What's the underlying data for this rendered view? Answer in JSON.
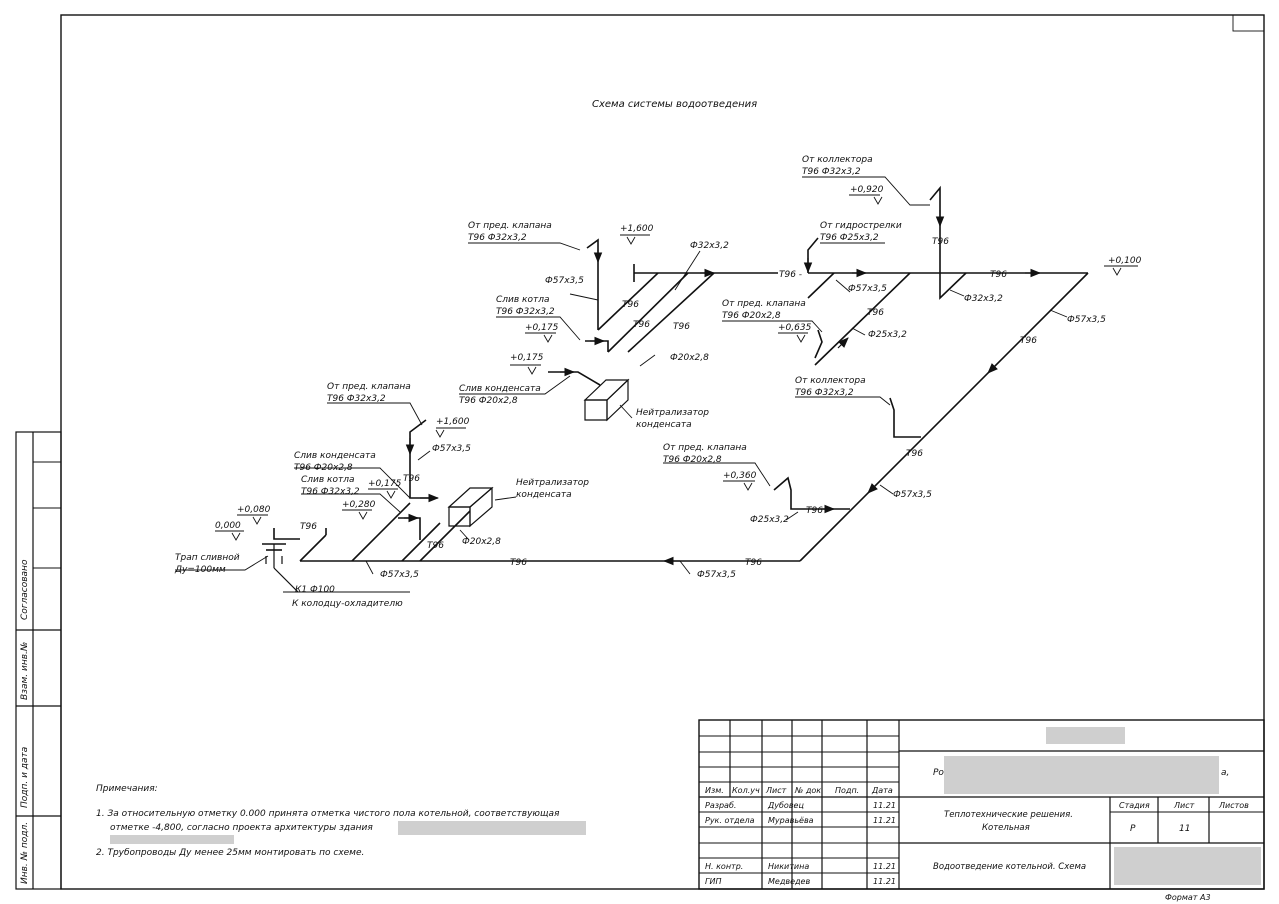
{
  "drawing": {
    "title": "Схема системы водоотведения",
    "labels": {
      "from_collector_1": "От коллектора",
      "from_collector_1_spec": "Т96 Ф32х3,2",
      "elev_0920": "+0,920",
      "from_hydro": "От гидрострелки",
      "from_hydro_spec": "Т96 Ф25х3,2",
      "from_relief_1": "От пред. клапана",
      "from_relief_1_spec": "Т96 Ф32х3,2",
      "elev_1600_a": "+1,600",
      "d32_a": "Ф32х3,2",
      "d57_a": "Ф57х3,5",
      "boiler_drain_1": "Слив котла",
      "boiler_drain_1_spec": "Т96 Ф32х3,2",
      "elev_0175_a": "+0,175",
      "elev_0175_b": "+0,175",
      "cond_drain_1": "Слив конденсата",
      "cond_drain_1_spec": "Т96 Ф20х2,8",
      "neutralizer_1_l1": "Нейтрализатор",
      "neutralizer_1_l2": "конденсата",
      "d20_a": "Ф20х2,8",
      "from_relief_2": "От пред. клапана",
      "from_relief_2_spec": "Т96 Ф20х2,8",
      "elev_0635": "+0,635",
      "d57_b": "Ф57х3,5",
      "d25_a": "Ф25х3,2",
      "from_collector_2": "От коллектора",
      "from_collector_2_spec": "Т96 Ф32х3,2",
      "d32_b": "Ф32х3,2",
      "elev_0100": "+0,100",
      "d57_c": "Ф57х3,5",
      "from_relief_3": "От пред. клапана",
      "from_relief_3_spec": "Т96 Ф20х2,8",
      "elev_0360": "+0,360",
      "d25_b": "Ф25х3,2",
      "d57_d": "Ф57х3,5",
      "from_relief_4": "От пред. клапана",
      "from_relief_4_spec": "Т96 Ф32х3,2",
      "elev_1600_b": "+1,600",
      "d57_e": "Ф57х3,5",
      "cond_drain_2": "Слив конденсата",
      "cond_drain_2_spec": "Т96 Ф20х2,8",
      "boiler_drain_2": "Слив котла",
      "boiler_drain_2_spec": "Т96 Ф32х3,2",
      "elev_0175_c": "+0,175",
      "elev_0280": "+0,280",
      "neutralizer_2_l1": "Нейтрализатор",
      "neutralizer_2_l2": "конденсата",
      "elev_0080": "+0,080",
      "elev_0000": "0,000",
      "d20_b": "Ф20х2,8",
      "drain_trap_l1": "Трап сливной",
      "drain_trap_l2": "Ду=100мм",
      "d57_f": "Ф57х3,5",
      "d57_g": "Ф57х3,5",
      "k1": "К1 Ф100",
      "to_well": "К колодцу-охладителю",
      "t96": "Т96",
      "t96_dash": "Т96 -"
    }
  },
  "side_stamp": {
    "agreed": "Согласовано",
    "inv_replace": "Взам. инв.№",
    "sign_date": "Подп. и дата",
    "inv_original": "Инв. № подл."
  },
  "notes": {
    "heading": "Примечания:",
    "note1_line1": "1. За относительную отметку 0.000 принята отметка чистого пола котельной, соответствующая",
    "note1_line2": "отметке -4,800, согласно проекта архитектуры здания",
    "note2": "2. Трубопроводы Ду менее 25мм монтировать по схеме."
  },
  "title_block": {
    "headers": [
      "Изм.",
      "Кол.уч",
      "Лист",
      "№ док",
      "Подп.",
      "Дата"
    ],
    "rows": [
      {
        "role": "Разраб.",
        "name": "Дубовец",
        "date": "11.21"
      },
      {
        "role": "Рук. отдела",
        "name": "Муравьёва",
        "date": "11.21"
      },
      {
        "role": "Н. контр.",
        "name": "Никитина",
        "date": "11.21"
      },
      {
        "role": "ГИП",
        "name": "Медведев",
        "date": "11.21"
      }
    ],
    "project_prefix": "Ро",
    "project_suffix": "а,",
    "section_line1": "Теплотехнические решения.",
    "section_line2": "Котельная",
    "stage_header": "Стадия",
    "sheet_header": "Лист",
    "sheets_header": "Листов",
    "stage": "Р",
    "sheet": "11",
    "sheet_title": "Водоотведение котельной. Схема",
    "format": "Формат А3"
  }
}
